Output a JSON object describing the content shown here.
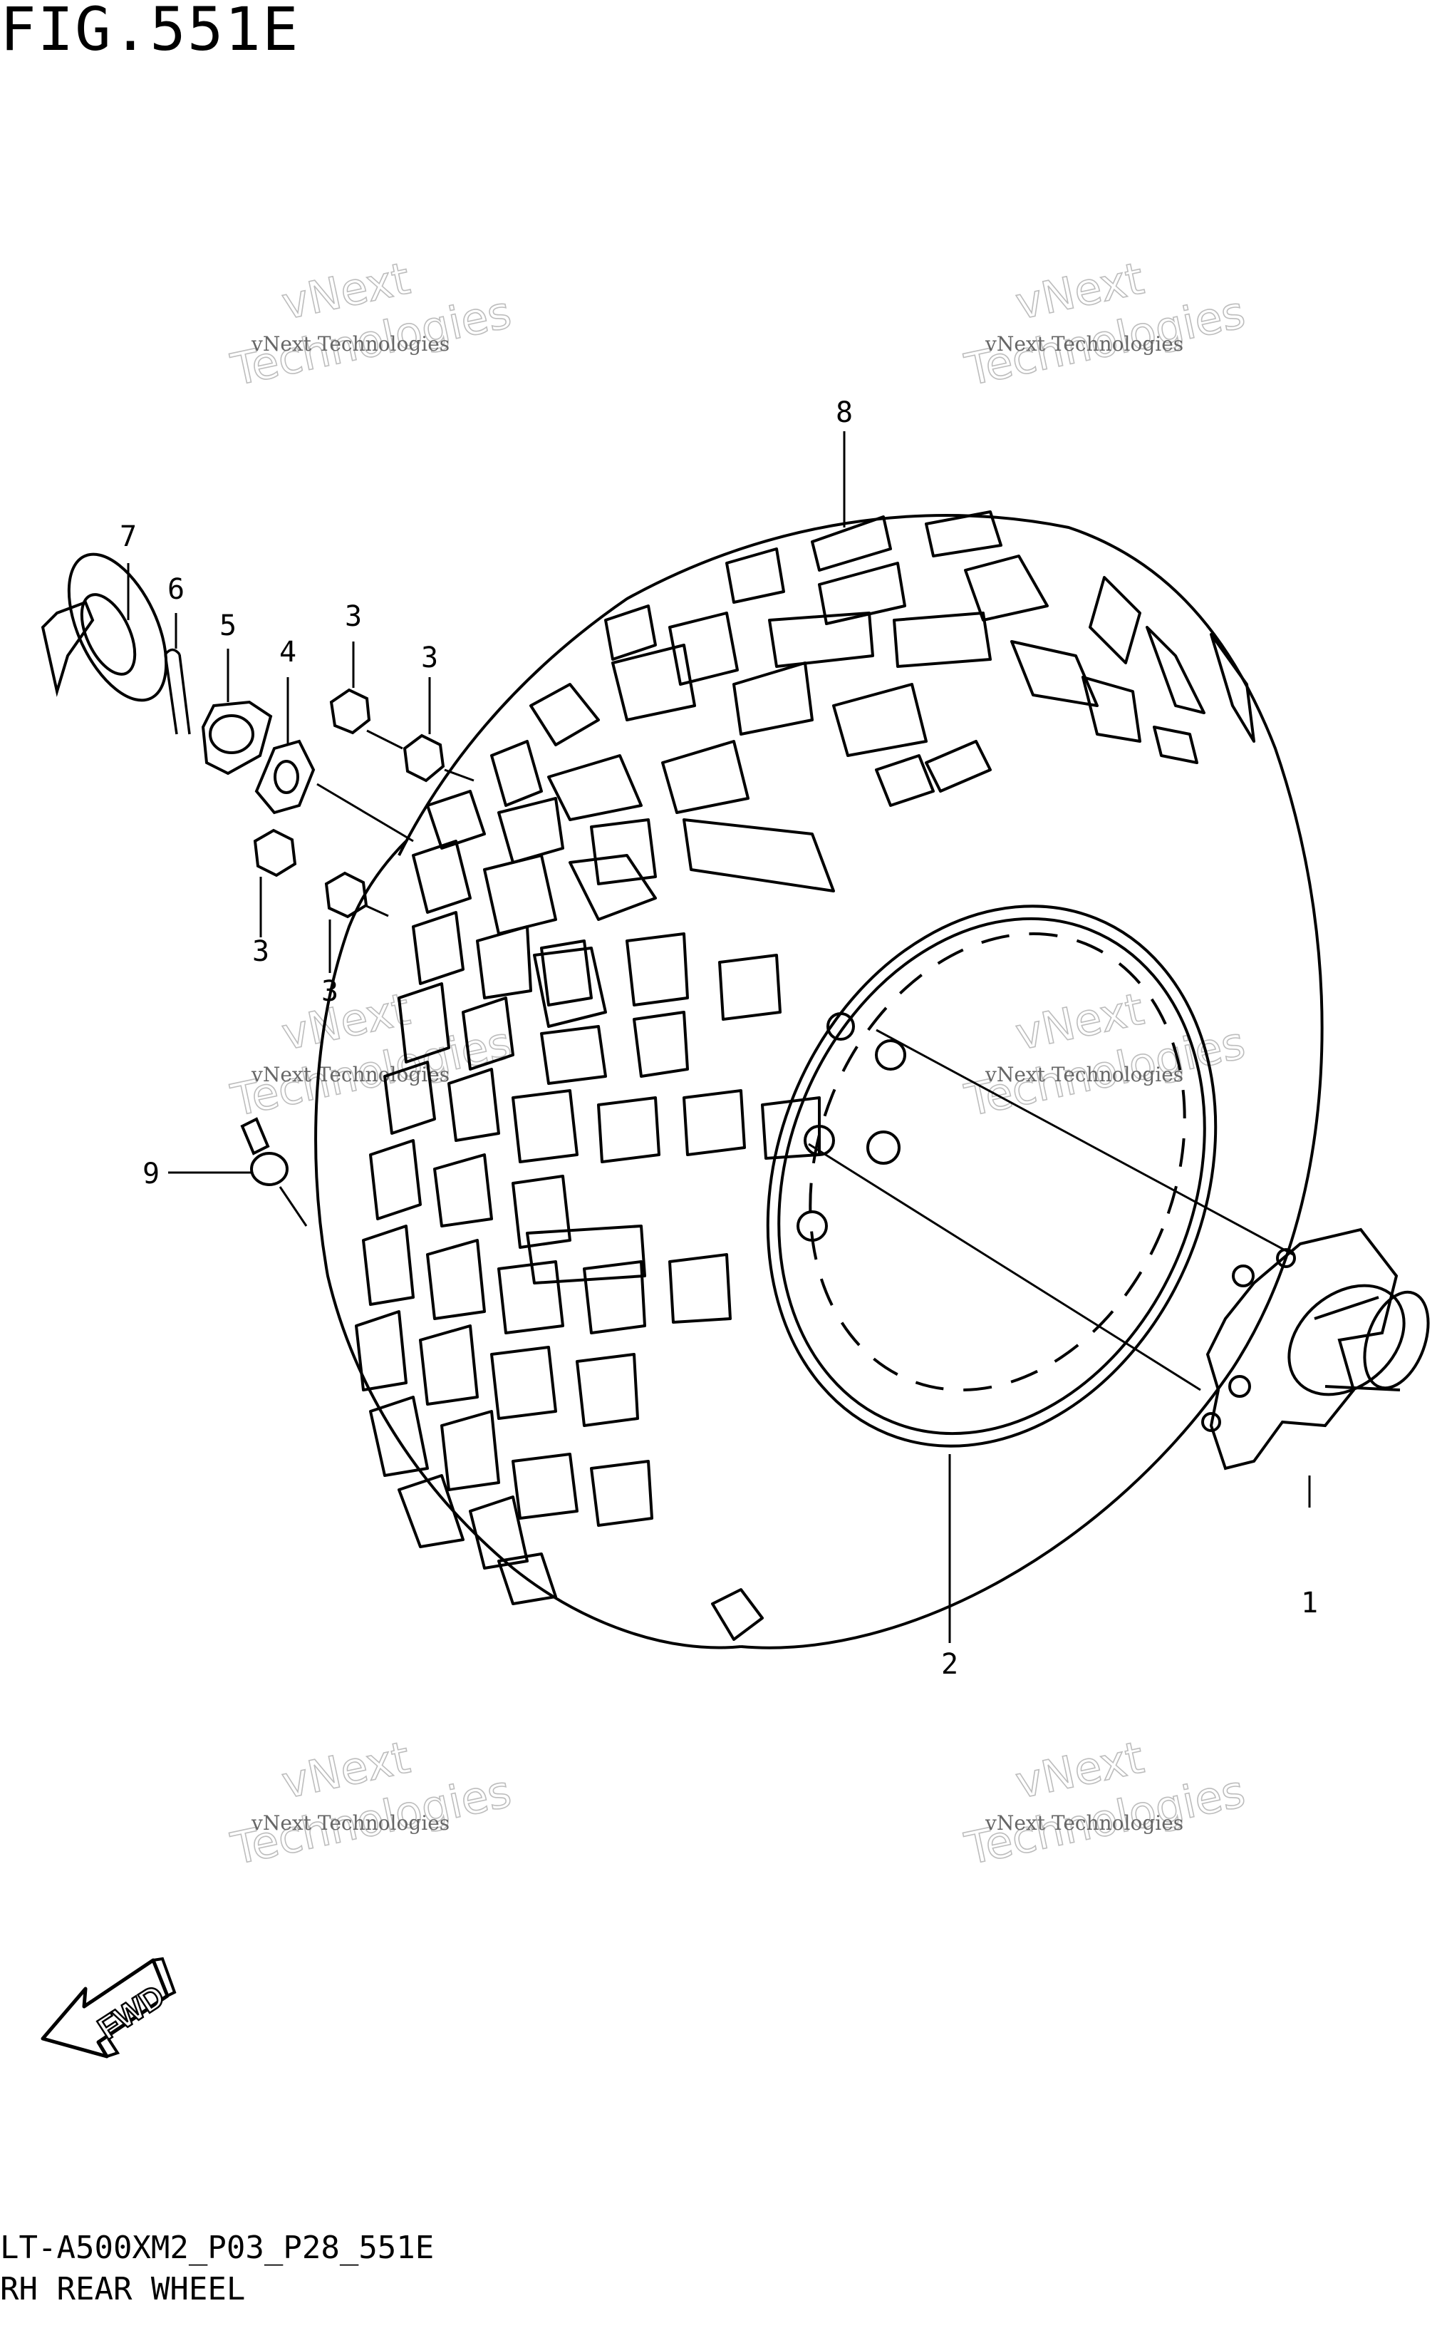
{
  "figure": {
    "title": "FIG.551E"
  },
  "footer": {
    "code": "LT-A500XM2_P03_P28_551E",
    "subtitle": "RH REAR WHEEL"
  },
  "fwd_label": "FWD",
  "watermark": {
    "line1": "vNext Technologies",
    "line2a": "vNext",
    "line2b": "Technologies"
  },
  "callouts": [
    "1",
    "2",
    "3",
    "3",
    "3",
    "3",
    "4",
    "5",
    "6",
    "7",
    "8",
    "9"
  ],
  "parts": [
    {
      "ref": "1",
      "name": "hub"
    },
    {
      "ref": "2",
      "name": "wheel"
    },
    {
      "ref": "3",
      "name": "nut"
    },
    {
      "ref": "4",
      "name": "washer"
    },
    {
      "ref": "5",
      "name": "castle-nut"
    },
    {
      "ref": "6",
      "name": "cotter-pin"
    },
    {
      "ref": "7",
      "name": "cap"
    },
    {
      "ref": "8",
      "name": "tire"
    },
    {
      "ref": "9",
      "name": "valve"
    }
  ]
}
